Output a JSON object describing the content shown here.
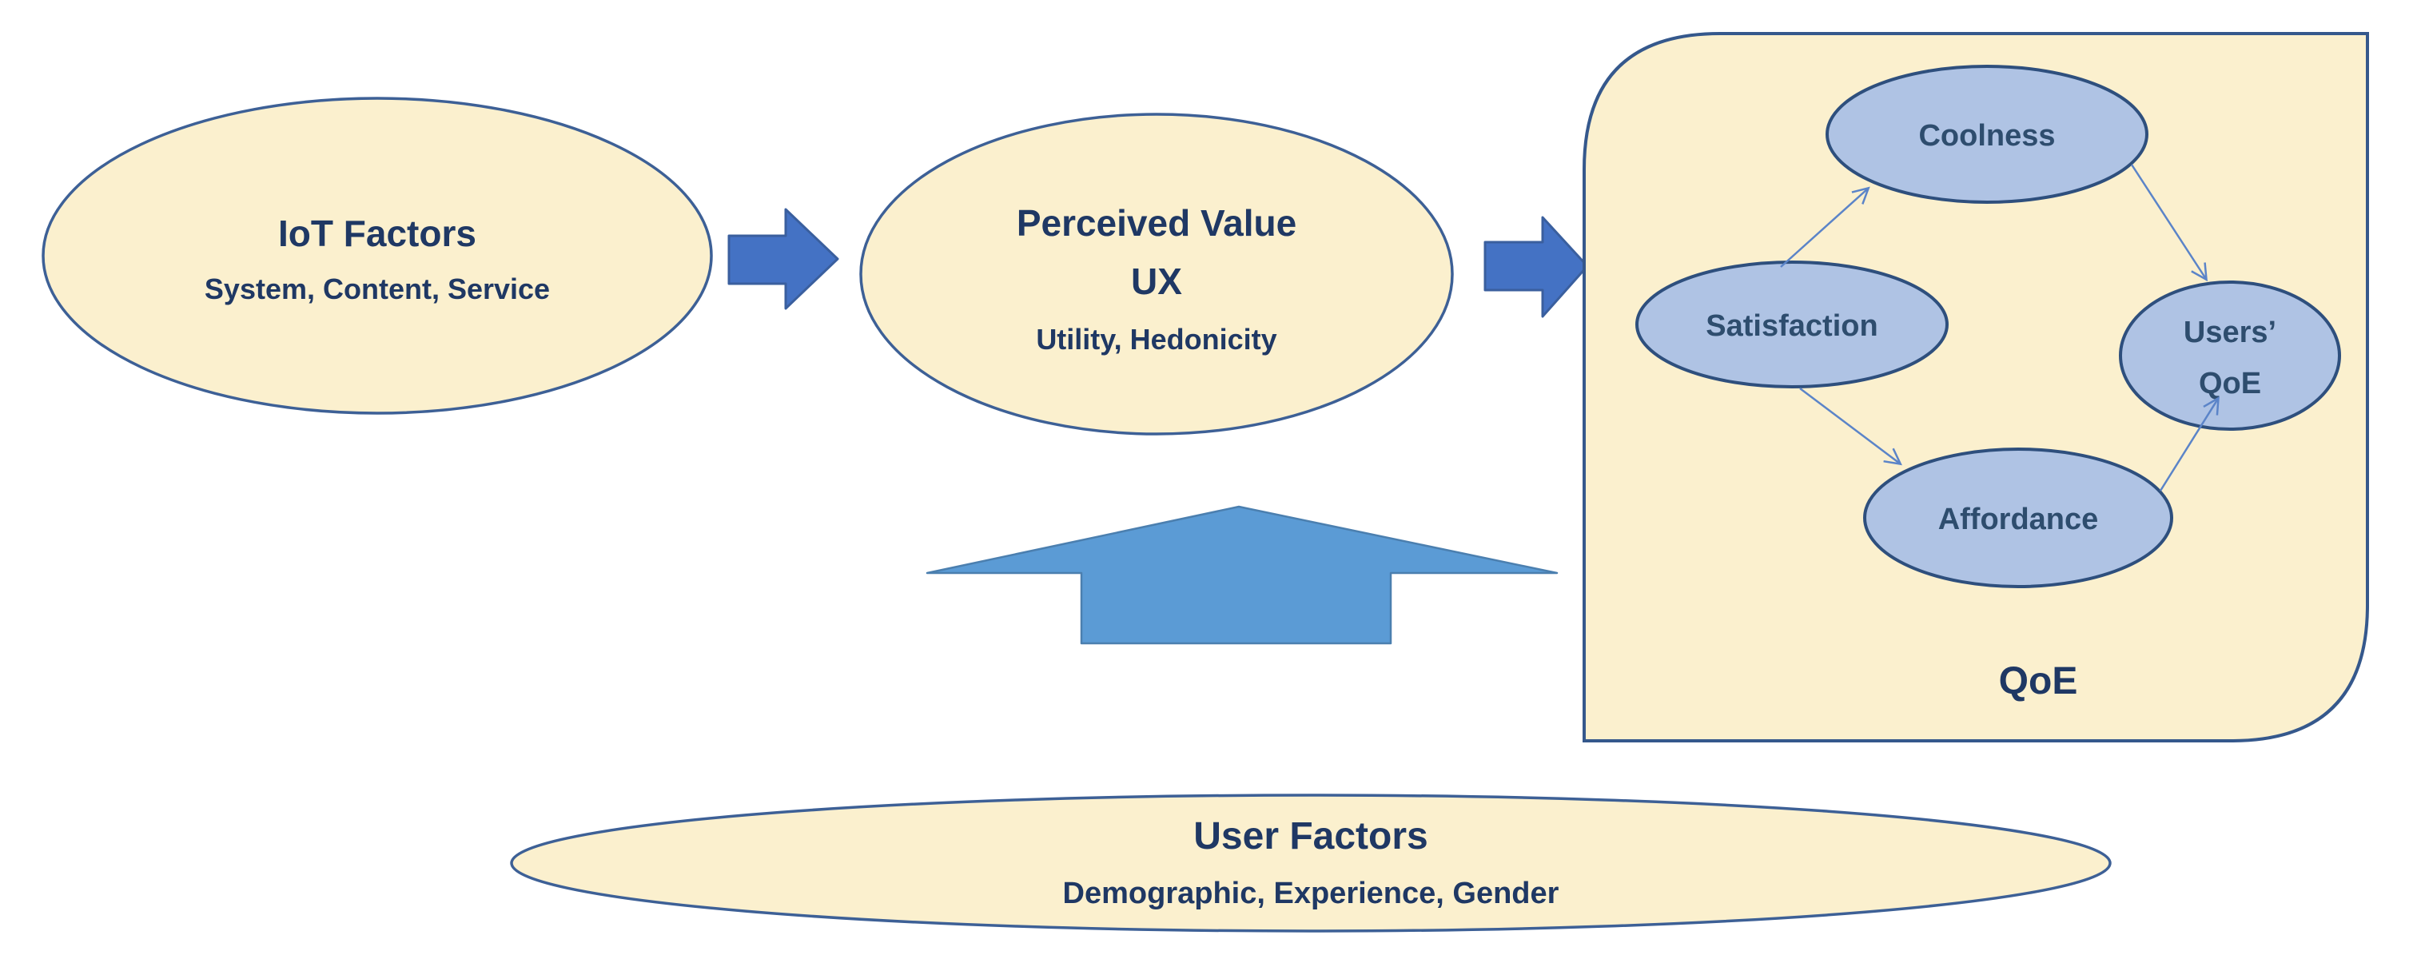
{
  "figure": {
    "iot": {
      "title": "IoT Factors",
      "subtitle": "System, Content, Service"
    },
    "perceived_value": {
      "title": "Perceived Value",
      "acronym": "UX",
      "subtitle": "Utility, Hedonicity"
    },
    "qoe": {
      "box_label": "QoE",
      "coolness": "Coolness",
      "satisfaction": "Satisfaction",
      "users_qoe_line1": "Users’",
      "users_qoe_line2": "QoE",
      "affordance": "Affordance"
    },
    "user_factors": {
      "title": "User Factors",
      "subtitle": "Demographic, Experience, Gender"
    }
  },
  "colors": {
    "background": "#FFFFFF",
    "cream_fill": "#FBF0CE",
    "cream_border": "#3D6096",
    "node_fill": "#AFC3E4",
    "node_border": "#2E4F7D",
    "block_arrow_fill": "#4472C4",
    "up_arrow_fill": "#5B9BD5",
    "connector": "#5B84C8",
    "text_primary": "#1F3864",
    "text_node": "#2E4D6E"
  }
}
